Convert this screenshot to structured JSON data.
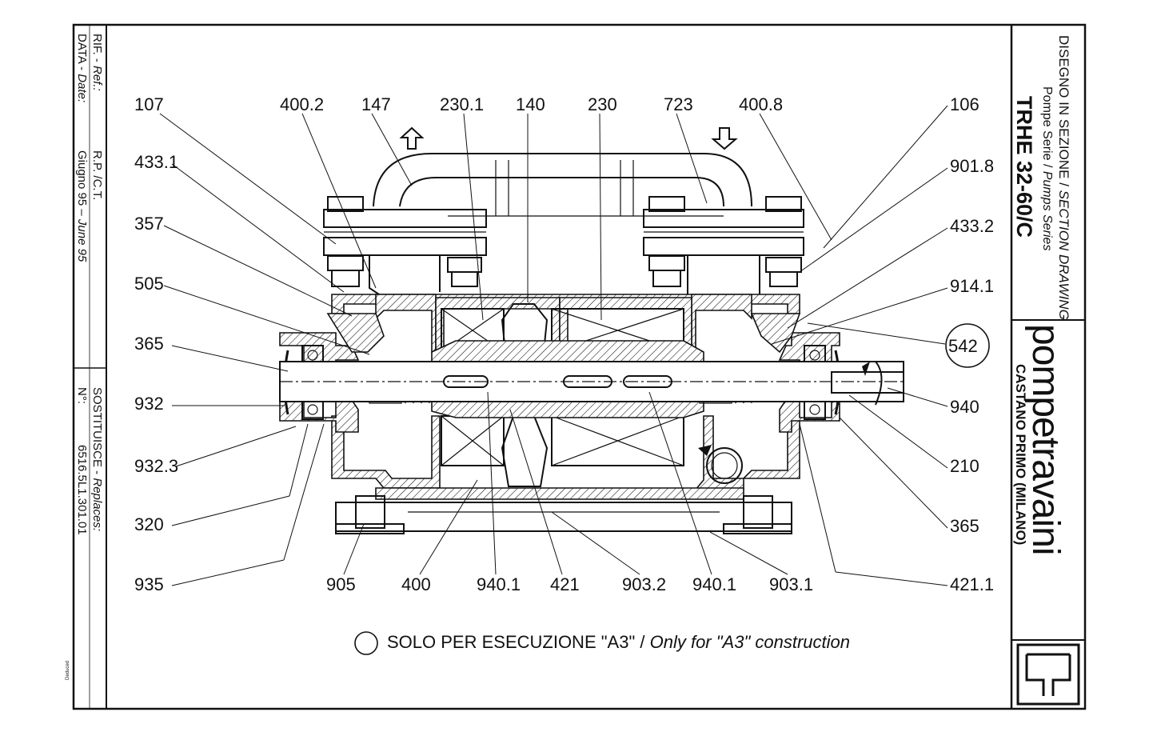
{
  "title_block": {
    "drawing_type_it": "DISEGNO IN SEZIONE /",
    "drawing_type_en": "SECTION DRAWING",
    "series_it": "Pompe Serie /",
    "series_en": "Pumps Series",
    "model": "TRHE 32-60/C",
    "brand": "pompetravaini",
    "location": "CASTANO PRIMO (MILANO)"
  },
  "left_strip": {
    "ref_label_it": "RIF. -",
    "ref_label_en": "Ref.:",
    "ref_value": "R.P. /C.T.",
    "date_label_it": "DATA -",
    "date_label_en": "Date:",
    "date_value_it": "Giugno 95 –",
    "date_value_en": "June 95",
    "replaces_label_it": "SOSTITUISCE -",
    "replaces_label_en": "Replaces:",
    "no_label": "N°:",
    "replaces_value": "6516.5L1.301.01"
  },
  "tiny_note": "Deduced",
  "note": {
    "text_it": "SOLO PER ESECUZIONE \"A3\" /",
    "text_en": "Only for \"A3\" construction"
  },
  "labels": {
    "top": [
      "107",
      "400.2",
      "147",
      "230.1",
      "140",
      "230",
      "723",
      "400.8",
      "106"
    ],
    "left": [
      "433.1",
      "357",
      "505",
      "365",
      "932",
      "932.3",
      "320",
      "935"
    ],
    "right": [
      "901.8",
      "433.2",
      "914.1",
      "542",
      "940",
      "210",
      "365",
      "421.1"
    ],
    "bottom": [
      "905",
      "400",
      "940.1",
      "421",
      "903.2",
      "940.1",
      "903.1"
    ]
  }
}
